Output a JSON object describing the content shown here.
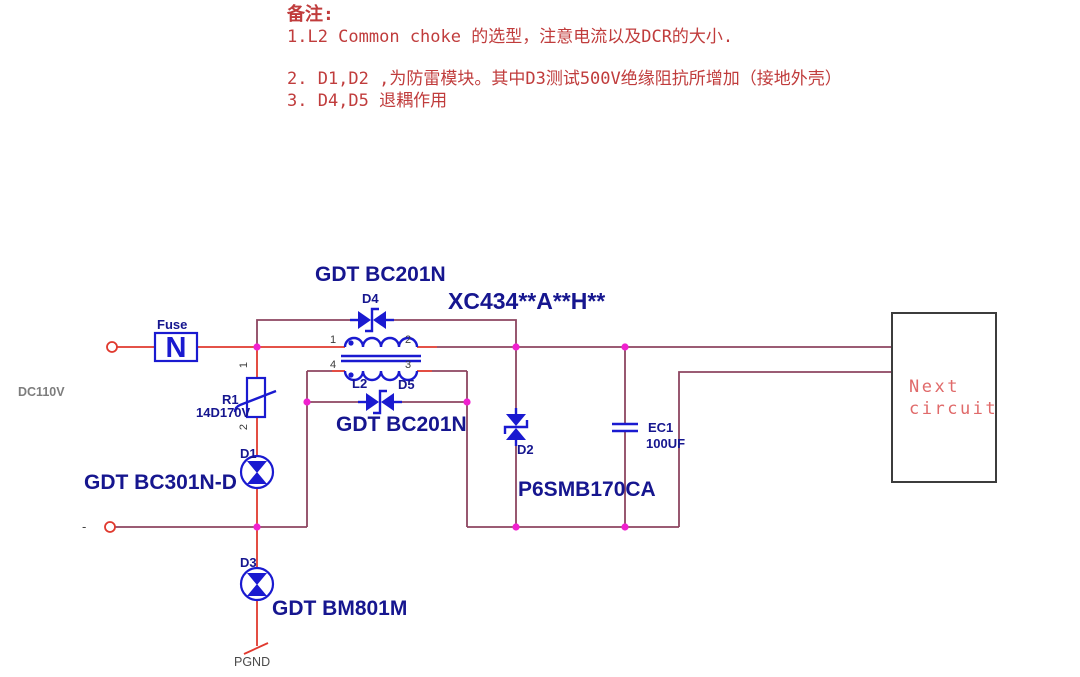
{
  "notes": {
    "heading": "备注:",
    "line1": "1.L2 Common choke 的选型，注意电流以及DCR的大小.",
    "line2": "2. D1,D2 ,为防雷模块。其中D3测试500V绝缘阻抗所增加（接地外壳）",
    "line3": "3. D4,D5 退耦作用"
  },
  "source": {
    "voltage_label": "DC110V",
    "minus_label": "-"
  },
  "fuse": {
    "label": "Fuse",
    "glyph": "N"
  },
  "varistor": {
    "ref": "R1",
    "value": "14D170V",
    "pin_top": "1",
    "pin_bottom": "2"
  },
  "choke": {
    "ref": "L2",
    "part": "XC434**A**H**",
    "pin1": "1",
    "pin2": "2",
    "pin3": "3",
    "pin4": "4"
  },
  "gdt_d4": {
    "ref": "D4",
    "part": "GDT BC201N"
  },
  "gdt_d5": {
    "ref": "D5",
    "part": "GDT BC201N"
  },
  "gdt_d1": {
    "ref": "D1",
    "part": "GDT BC301N-D"
  },
  "gdt_d3": {
    "ref": "D3",
    "part": "GDT BM801M"
  },
  "tvs_d2": {
    "ref": "D2",
    "part": "P6SMB170CA"
  },
  "cap_ec1": {
    "ref": "EC1",
    "value": "100UF"
  },
  "ground": {
    "label": "PGND"
  },
  "next_circuit": {
    "line1": "Next",
    "line2": "circuit"
  },
  "colors": {
    "wire_main": "#8d4560",
    "wire_hot": "#e0392e",
    "component_blue": "#1a1ad0",
    "label_navy": "#16168f",
    "junction_magenta": "#f020cf",
    "note_red": "#c03c3c",
    "next_circuit_red": "#e06a6a",
    "box_border": "#3c3c3c",
    "source_gray": "#7d7d7d"
  }
}
